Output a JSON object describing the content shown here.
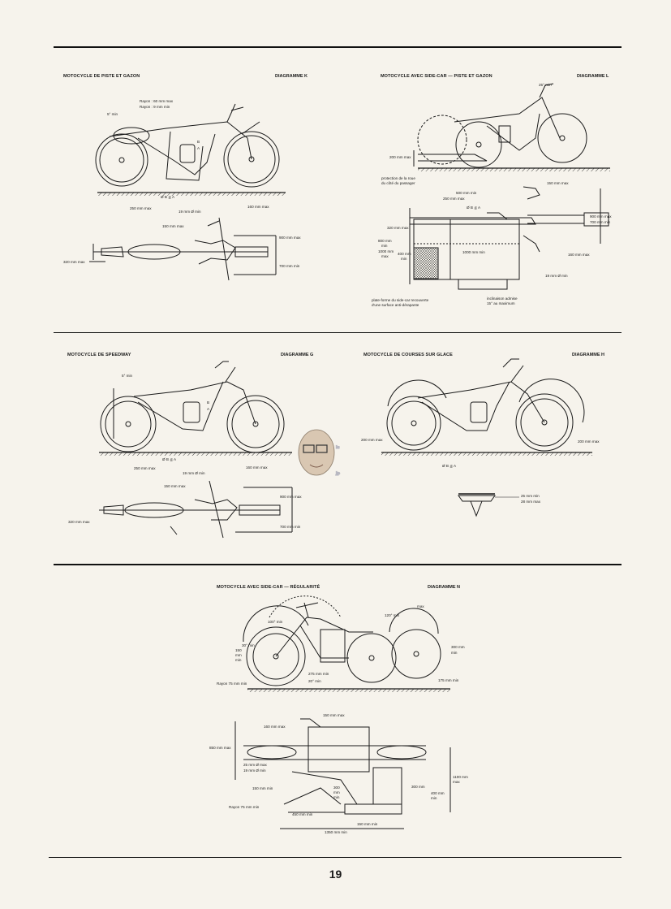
{
  "page_number": "19",
  "panels": [
    {
      "id": "k",
      "title": "MOTOCYCLE DE PISTE ET GAZON",
      "diagram": "DIAGRAMME K"
    },
    {
      "id": "l",
      "title": "MOTOCYCLE AVEC SIDE-CAR — PISTE ET GAZON",
      "diagram": "DIAGRAMME L"
    },
    {
      "id": "g",
      "title": "MOTOCYCLE DE SPEEDWAY",
      "diagram": "DIAGRAMME G"
    },
    {
      "id": "h",
      "title": "MOTOCYCLE DE COURSES SUR GLACE",
      "diagram": "DIAGRAMME H"
    },
    {
      "id": "n",
      "title": "MOTOCYCLE AVEC SIDE-CAR — RÉGULARITÉ",
      "diagram": "DIAGRAMME N"
    }
  ],
  "labels": {
    "k": {
      "rayon1": "Rayon : 60 mm max",
      "rayon2": "Rayon :  9 mm min",
      "angle": "5° min",
      "dia": "Ø B ≦ A",
      "a": "A",
      "b": "B",
      "d250": "250 mm max",
      "d19": "19 mm Ø min",
      "d160": "160 mm max",
      "d150": "150 mm max",
      "d900": "900 mm max",
      "d320": "320 mm max",
      "d700": "700 mm min"
    },
    "l": {
      "angle": "25° min",
      "d200": "200 mm max",
      "prot1": "protection de la roue",
      "prot2": "du côté du passager",
      "d500": "500 mm min",
      "d250": "250 mm max",
      "dia": "Ø B ≦ A",
      "d150": "150 mm max",
      "d320": "320 mm max",
      "d800a": "800 mm",
      "d800b": "min",
      "d1000a": "1000 mm",
      "d1000b": "max",
      "d400a": "400 mm",
      "d400b": "min",
      "d1000": "1000 mm min",
      "d900": "900 mm max",
      "d700": "700 mm min",
      "d160": "160 mm max",
      "d19": "19 mm Ø min",
      "plat1": "plate-forme du side-car recouverte",
      "plat2": "d'une surface anti-dérapante",
      "incl1": "inclinaison admise",
      "incl2": "15° au maximum"
    },
    "g": {
      "angle": "5° min",
      "a": "A",
      "b": "B",
      "dia": "Ø B ≦ A",
      "d250": "250 mm max",
      "d19": "19 mm Ø min",
      "d160": "160 mm max",
      "d150": "150 mm max",
      "d900": "900 mm max",
      "d320": "320 mm max",
      "d700": "700 mm min"
    },
    "h": {
      "d200a": "200 mm max",
      "d200b": "200 mm max",
      "dia": "Ø B ≦ A",
      "d25": "25 mm min",
      "d28": "28 mm max"
    },
    "n": {
      "max": "max",
      "a120": "120° min",
      "a100": "100° min",
      "d150": "150",
      "mm": "mm",
      "min": "min",
      "a30": "30° min",
      "d300a": "300 mm",
      "d300b": "min",
      "d275": "275 mm min",
      "a20": "20° min",
      "d175": "175 mm min",
      "rayon": "Rayon 75 mm min",
      "p150": "150 mm max",
      "p160": "160 mm max",
      "p850": "850 mm max",
      "p25": "25 mm Ø max",
      "p19": "19 mm Ø min",
      "p150min": "150 mm min",
      "p300a": "300",
      "p300b": "mm",
      "p300c": "min",
      "p300r": "300 mm",
      "p400": "400 mm",
      "p400b": "min",
      "p1100a": "1100 mm",
      "p1100b": "max",
      "prayon": "Rayon 75 mm min",
      "p450": "450 mm min",
      "p150b": "150 mm min",
      "p1350": "1350 mm min"
    }
  },
  "colors": {
    "ink": "#1a1a1a",
    "paper": "#f6f3ec"
  }
}
